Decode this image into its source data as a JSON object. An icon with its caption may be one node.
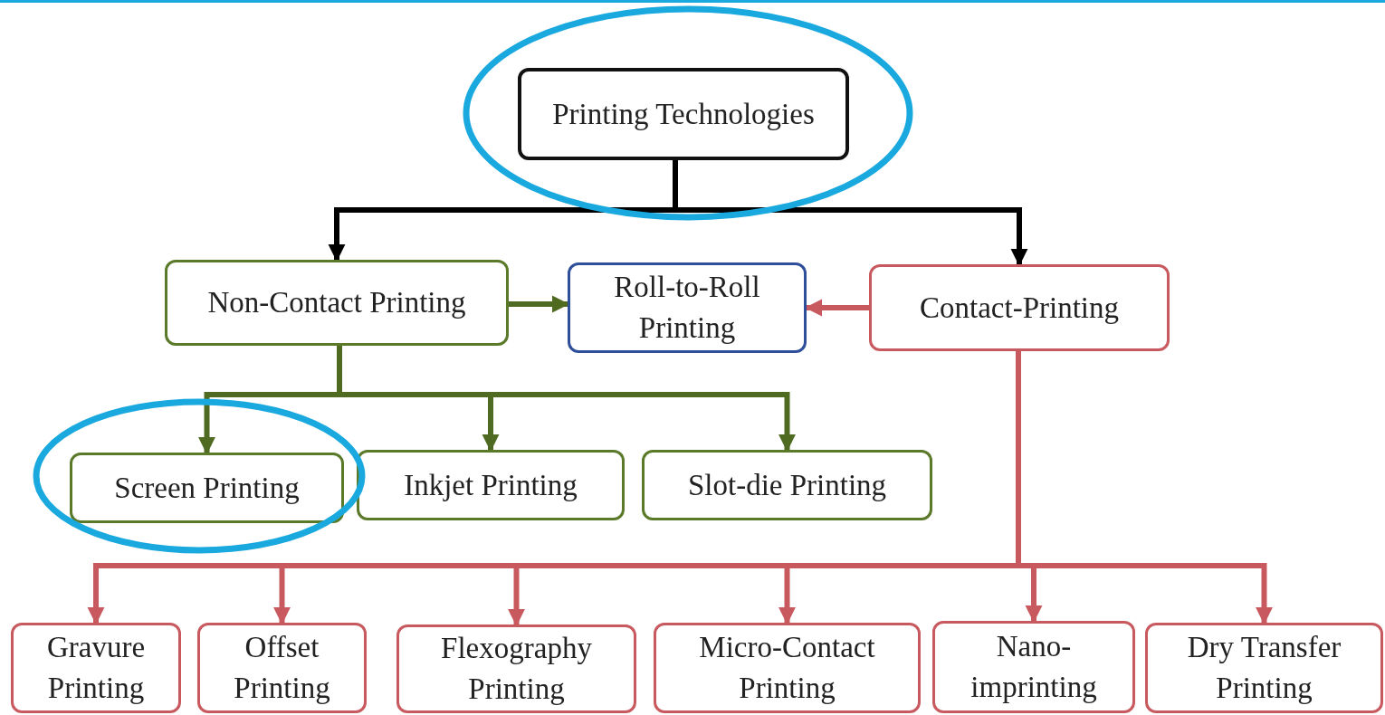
{
  "diagram": {
    "nodes": [
      {
        "text": [
          "Printing Technologies"
        ]
      },
      {
        "text": [
          "Non-Contact Printing"
        ]
      },
      {
        "text": [
          "Roll-to-Roll Printing"
        ]
      },
      {
        "text": [
          "Contact-Printing"
        ]
      },
      {
        "text": [
          "Screen Printing"
        ]
      },
      {
        "text": [
          "Inkjet Printing"
        ]
      },
      {
        "text": [
          "Slot-die Printing"
        ]
      },
      {
        "text": [
          "Gravure Printing"
        ]
      },
      {
        "text": [
          "Offset Printing"
        ]
      },
      {
        "text": [
          "Flexography Printing"
        ]
      },
      {
        "text": [
          "Micro-Contact Printing"
        ]
      },
      {
        "text": [
          "Nano-imprinting"
        ]
      },
      {
        "text": [
          "Dry Transfer Printing"
        ]
      }
    ],
    "edges": [
      {
        "from": 0,
        "to": 1,
        "arrow": "to",
        "color": "#000000"
      },
      {
        "from": 0,
        "to": 3,
        "arrow": "to",
        "color": "#000000"
      },
      {
        "from": 1,
        "to": 2,
        "arrow": "to",
        "color": "#4f6b22"
      },
      {
        "from": 3,
        "to": 2,
        "arrow": "to"
      },
      {
        "from": 1,
        "to": 4,
        "arrow": "to",
        "color": "#4f6b22"
      },
      {
        "from": 1,
        "to": 5,
        "arrow": "to",
        "color": "#4f6b22"
      },
      {
        "from": 1,
        "to": 6,
        "arrow": "to",
        "color": "#4f6b22"
      },
      {
        "from": 3,
        "to": 7,
        "arrow": "to"
      },
      {
        "from": 3,
        "to": 8,
        "arrow": "to"
      },
      {
        "from": 3,
        "to": 9,
        "arrow": "to"
      },
      {
        "from": 3,
        "to": 10,
        "arrow": "to"
      },
      {
        "from": 3,
        "to": 11,
        "arrow": "to"
      },
      {
        "from": 3,
        "to": 12,
        "arrow": "to"
      }
    ]
  }
}
